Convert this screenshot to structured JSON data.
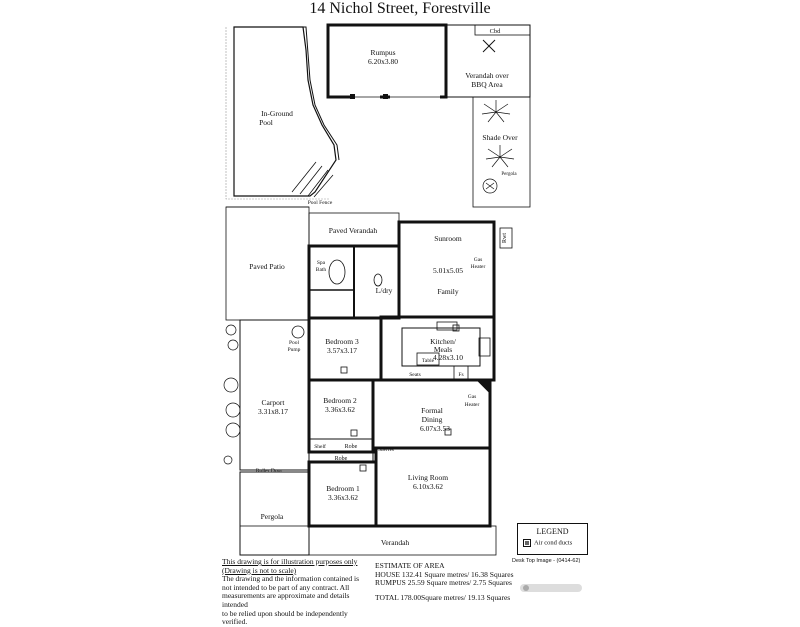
{
  "title": "14 Nichol Street, Forestville",
  "rooms": {
    "rumpus_name": "Rumpus",
    "rumpus_dim": "6.20x3.80",
    "cbd": "Cbd",
    "verandah_bbq_1": "Verandah over",
    "verandah_bbq_2": "BBQ Area",
    "shade_over": "Shade Over",
    "pool_1": "In-Ground",
    "pool_2": "Pool",
    "pool_fence": "Pool Fence",
    "paved_verandah": "Paved Verandah",
    "sunroom": "Sunroom",
    "family_dim": "5.01x5.05",
    "family": "Family",
    "gas_heater_1a": "Gas",
    "gas_heater_1b": "Heater",
    "rwt": "Rwt",
    "paved_patio": "Paved Patio",
    "spa_bath_1": "Spa",
    "spa_bath_2": "Bath",
    "ldry": "L/dry",
    "bedroom3_name": "Bedroom 3",
    "bedroom3_dim": "3.57x3.17",
    "pool_pump_1": "Pool",
    "pool_pump_2": "Pump",
    "kitchen_1": "Kitchen/",
    "kitchen_2": "Meals",
    "kitchen_dim": "4.28x3.10",
    "table": "Table",
    "seats": "Seats",
    "fs": "Fs",
    "bedroom2_name": "Bedroom 2",
    "bedroom2_dim": "3.36x3.62",
    "gas_heater_2a": "Gas",
    "gas_heater_2b": "Heater",
    "formal_1": "Formal",
    "formal_2": "Dining",
    "formal_dim": "6.07x3.53",
    "carport_name": "Carport",
    "carport_dim": "3.31x8.17",
    "shelf": "Shelf",
    "robe_1": "Robe",
    "shelves": "Shelves",
    "robe_2": "Robe",
    "roller_door": "Roller Door",
    "bedroom1_name": "Bedroom 1",
    "bedroom1_dim": "3.36x3.62",
    "living_name": "Living Room",
    "living_dim": "6.10x3.62",
    "pergola": "Pergola",
    "verandah": "Verandah",
    "pergola_pot": "Pergola"
  },
  "disclaimer": {
    "line1": "This drawing is for illustration purposes only",
    "line2": "(Drawing is not to scale)",
    "line3": "The drawing and the information contained is",
    "line4": "not intended to be part of any contract.  All",
    "line5": "measurements are approximate and details intended",
    "line6": "to be relied upon should be independently verified."
  },
  "estimate": {
    "heading": "ESTIMATE OF AREA",
    "house": "HOUSE   132.41 Square metres/  16.38 Squares",
    "rumpus": "RUMPUS  25.59 Square metres/  2.75 Squares",
    "total": "TOTAL   178.00Square metres/  19.13 Squares"
  },
  "legend": {
    "heading": "LEGEND",
    "item": "Air cond ducts"
  },
  "image_ref": "Desk Top Image - (0414-62)"
}
